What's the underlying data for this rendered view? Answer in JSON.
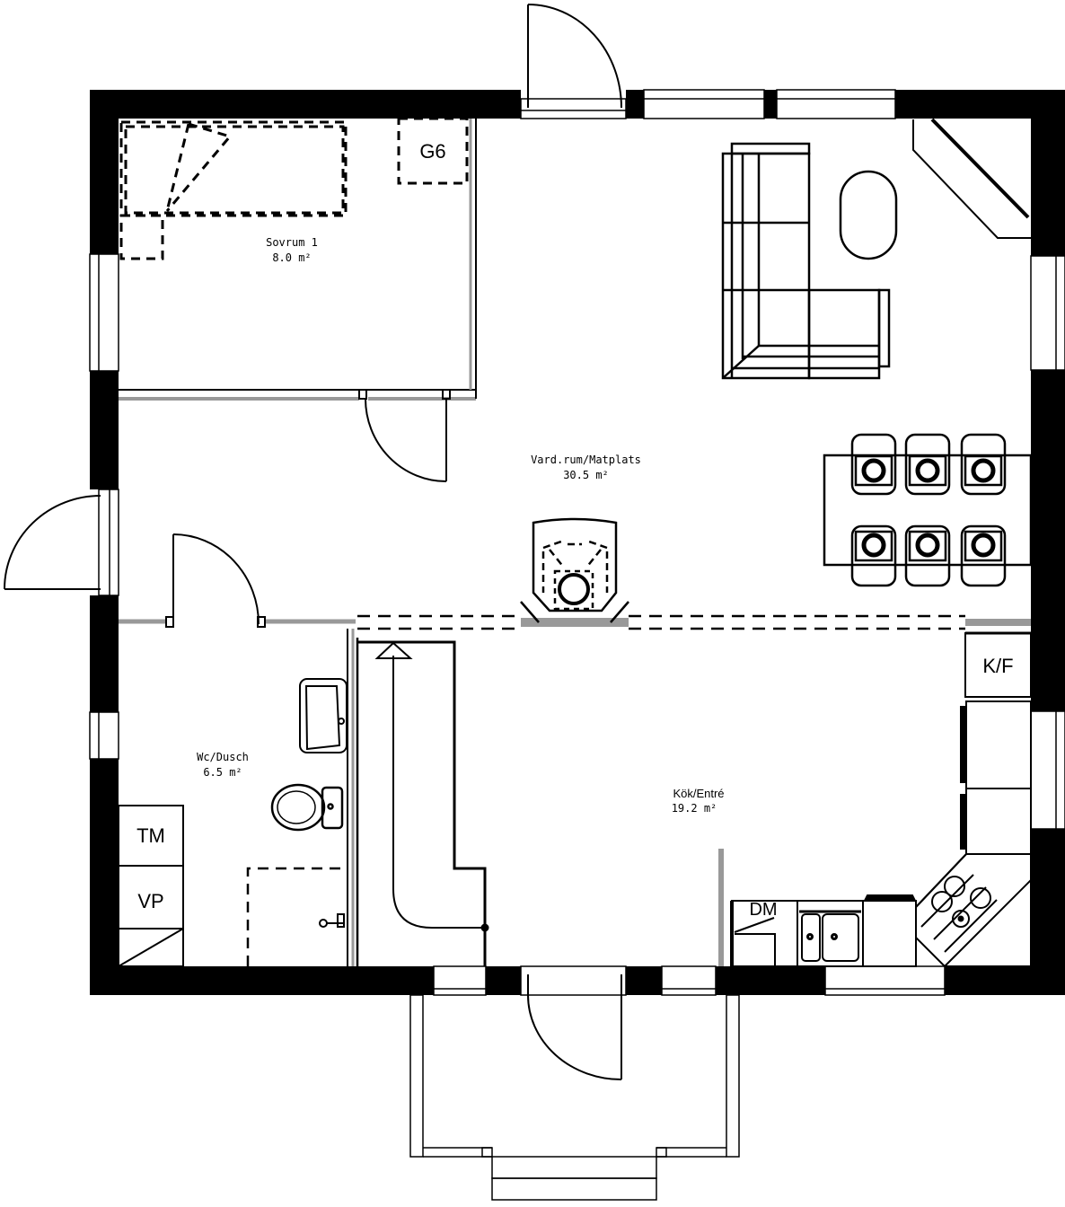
{
  "plan": {
    "rooms": [
      {
        "name": "Sovrum 1",
        "area": "8.0 m²"
      },
      {
        "name": "Vard.rum/Matplats",
        "area": "30.5 m²"
      },
      {
        "name": "Wc/Dusch",
        "area": "6.5 m²"
      },
      {
        "name": "Kök/Entré",
        "area": "19.2 m²"
      }
    ],
    "appliances": {
      "wardrobe": "G6",
      "dryer": "TM",
      "heat_pump": "VP",
      "fridge_freezer": "K/F",
      "dishwasher": "DM"
    },
    "colors": {
      "wall": "#000000",
      "background": "#ffffff",
      "partition": "#999999"
    }
  }
}
